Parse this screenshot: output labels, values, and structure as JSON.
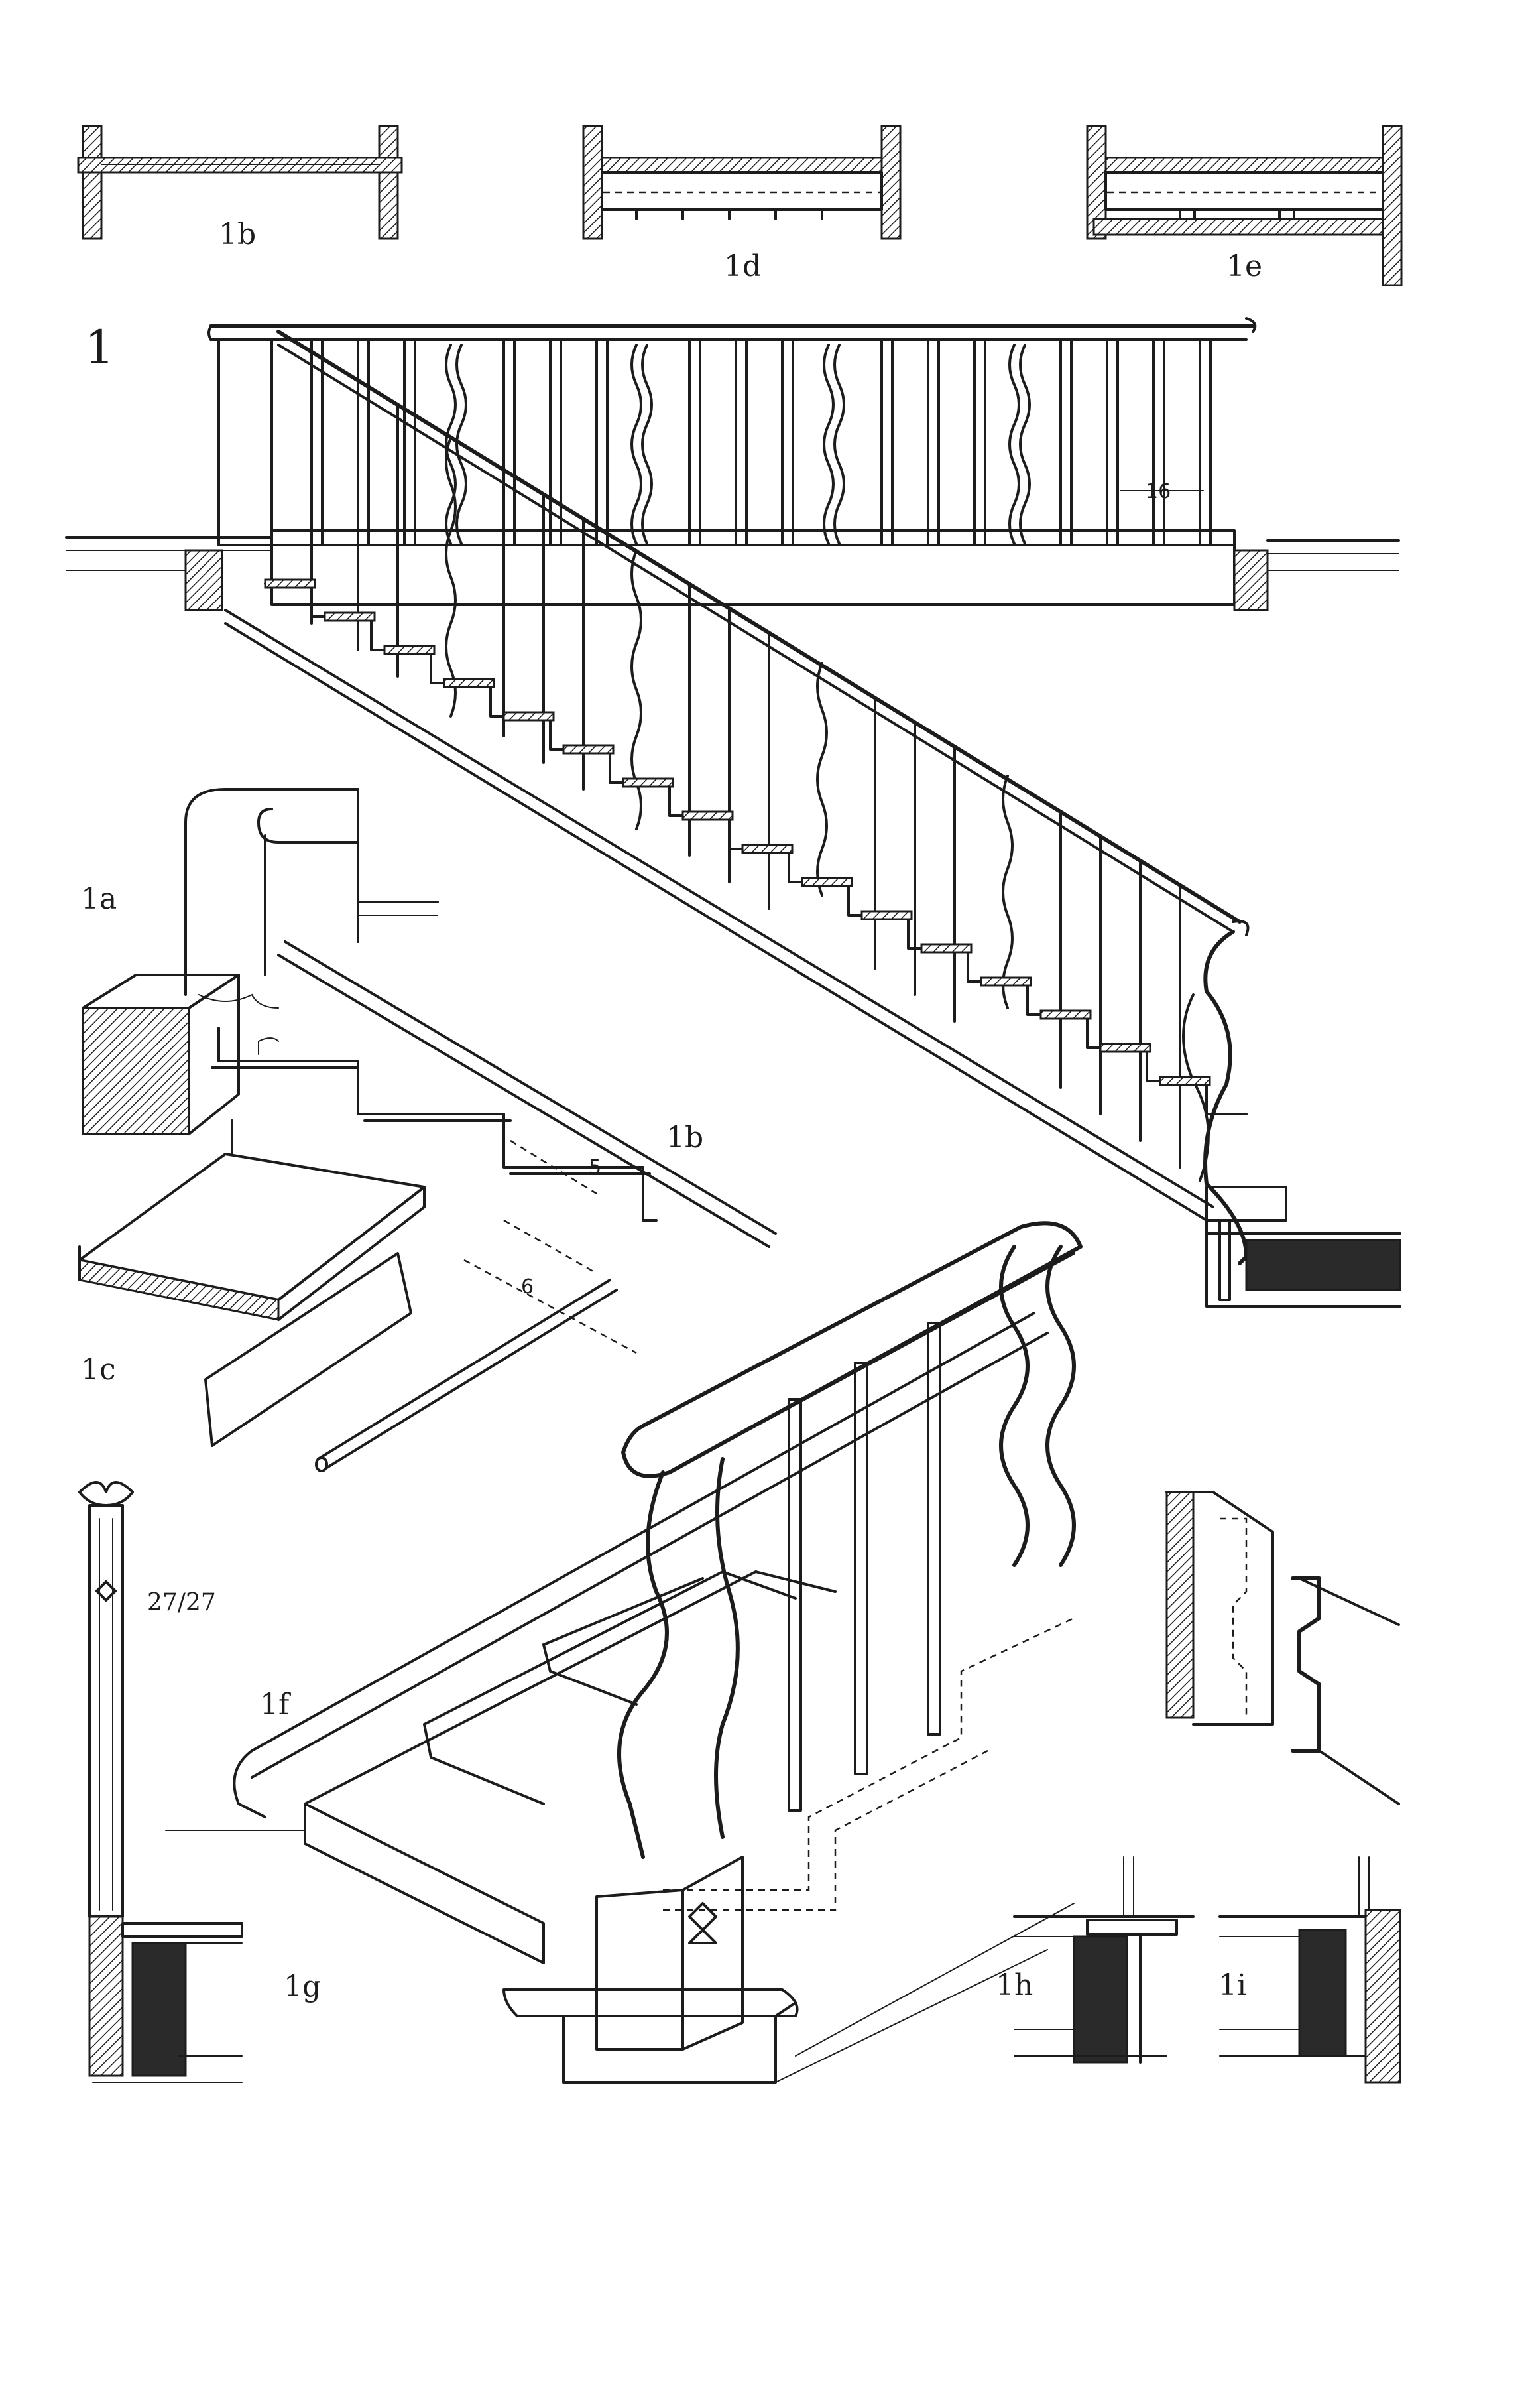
{
  "figure": {
    "main_number": "1",
    "labels": {
      "fig_1b_section": "1b",
      "fig_1d": "1d",
      "fig_1e": "1e",
      "fig_1a": "1a",
      "fig_1b_string": "1b",
      "fig_1c": "1c",
      "fig_1f": "1f",
      "fig_1g": "1g",
      "fig_1h": "1h",
      "fig_1i": "1i"
    },
    "dimensions": {
      "baluster_spacing": "16",
      "post_size": "27/27",
      "tread_dim_upper": "5",
      "tread_dim_lower": "6"
    }
  }
}
